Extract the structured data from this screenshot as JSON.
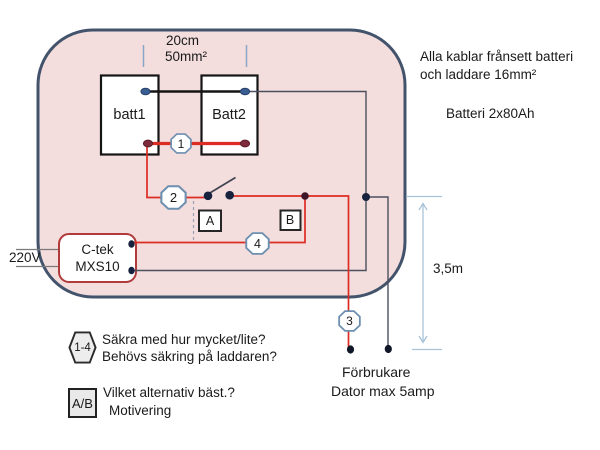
{
  "colors": {
    "body_fill": "#f3dddd",
    "body_border": "#42536b",
    "wire_red": "#dd2c23",
    "wire_dark": "#4b505e",
    "wire_black": "#141414",
    "badge_border": "#6d8fb0",
    "measure_blue": "#a9c3d9",
    "charger_border": "#b13a3a"
  },
  "cable_spec": {
    "line1": "20cm",
    "line2": "50mm²"
  },
  "notes": {
    "cables_line1": "Alla kablar frånsett batteri",
    "cables_line2": "och laddare 16mm²",
    "battery": "Batteri 2x80Ah",
    "distance": "3,5m",
    "mains": "220V"
  },
  "components": {
    "battery1": "batt1",
    "battery2": "Batt2",
    "charger_line1": "C-tek",
    "charger_line2": "MXS10",
    "option_a": "A",
    "option_b": "B",
    "consumer_line1": "Förbrukare",
    "consumer_line2": "Dator max 5amp"
  },
  "badges": {
    "b1": "1",
    "b2": "2",
    "b3": "3",
    "b4": "4"
  },
  "legend": {
    "fuse_symbol": "1-4",
    "fuse_q1": "Säkra med hur mycket/lite?",
    "fuse_q2": "Behövs säkring på laddaren?",
    "option_symbol": "A/B",
    "option_q1": "Vilket alternativ bäst.?",
    "option_q2": "Motivering"
  }
}
